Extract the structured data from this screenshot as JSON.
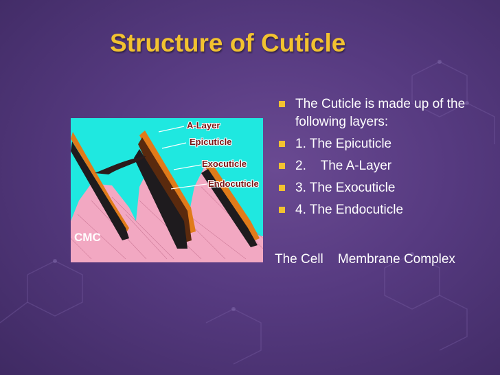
{
  "slide": {
    "title": "Structure of Cuticle"
  },
  "figure": {
    "labels": {
      "a_layer": "A-Layer",
      "epicuticle": "Epicuticle",
      "exocuticle": "Exocuticle",
      "endocuticle": "Endocuticle",
      "cmc": "CMC"
    },
    "colors": {
      "background": "#1fe8e0",
      "orange_layer": "#e07b1a",
      "black_layer": "#1e1b1e",
      "pink_cortex": "#f2a8c2",
      "label_text": "#7a1414"
    }
  },
  "bullets": [
    "The Cuticle is made up of the following layers:",
    "1.  The Epicuticle",
    "2.    The A-Layer",
    "3.  The Exocuticle",
    "4.  The Endocuticle"
  ],
  "cell_membrane_text": "The Cell    Membrane Complex",
  "colors": {
    "title": "#f2c230",
    "bullet_marker": "#f2c230",
    "background": "#563a80"
  }
}
